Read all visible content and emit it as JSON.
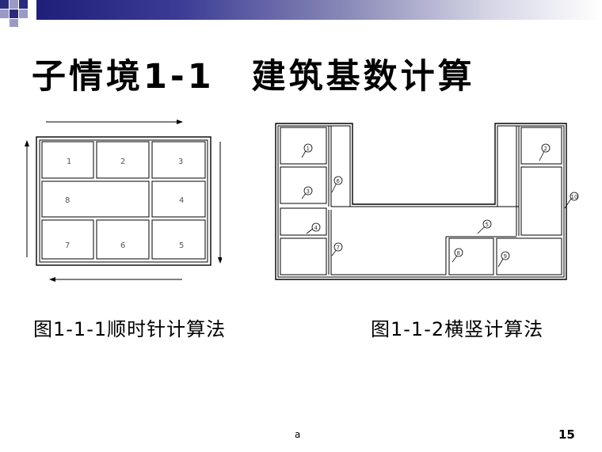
{
  "slide": {
    "title": "子情境1-1　建筑基数计算",
    "page_number": "15",
    "footer_mark": "a"
  },
  "figure1": {
    "caption": "图1-1-1顺时针计算法",
    "cells": [
      "1",
      "2",
      "3",
      "8",
      "4",
      "7",
      "6",
      "5"
    ]
  },
  "figure2": {
    "caption": "图1-1-2横竖计算法",
    "markers": [
      "1",
      "2",
      "3",
      "4",
      "5",
      "6",
      "7",
      "8",
      "9",
      "10"
    ]
  },
  "colors": {
    "banner_dark": "#1f1f7a",
    "square_dark": "#2b2b7e",
    "square_light": "#9a9ac4",
    "line": "#000000"
  }
}
